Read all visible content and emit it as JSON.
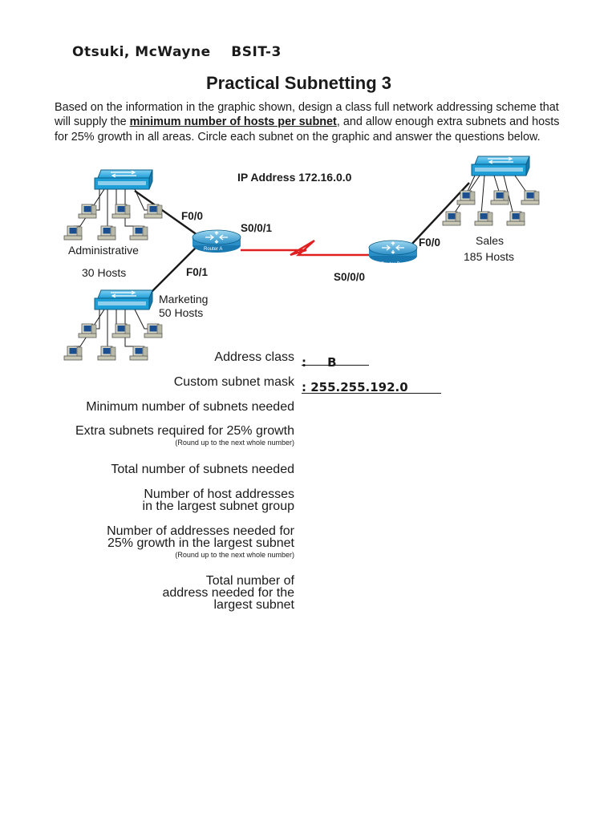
{
  "header": {
    "author": "Otsuki, McWayne    BSIT-3",
    "title": "Practical Subnetting  3"
  },
  "intro": {
    "before": "Based on the information in the graphic shown, design a class full network addressing scheme that will supply the ",
    "emphasis": "minimum number of hosts per subnet",
    "after": ", and allow enough extra subnets and hosts for 25% growth in all areas. Circle each subnet on the graphic and answer the questions below."
  },
  "diagram": {
    "ip_label": "IP Address 172.16.0.0",
    "admin_name": "Administrative",
    "admin_hosts": "30 Hosts",
    "marketing_name": "Marketing",
    "marketing_hosts": "50 Hosts",
    "sales_name": "Sales",
    "sales_hosts": "185 Hosts",
    "router_a_f00": "F0/0",
    "router_a_f01": "F0/1",
    "router_a_s001": "S0/0/1",
    "router_b_f00": "F0/0",
    "router_b_s000": "S0/0/0",
    "router_a_name": "Router A",
    "router_b_name": "Router B",
    "colors": {
      "switch": "#1f9fd8",
      "router": "#2a8fc7",
      "serial_link": "#e02020",
      "ethernet_link": "#1a1a1a"
    }
  },
  "questions": {
    "address_class": "Address  class",
    "custom_mask": "Custom subnet mask",
    "min_subnets": "Minimum number of subnets  needed",
    "extra_subnets": "Extra subnets required for 25%  growth",
    "round_note_1": "(Round up to the next whole  number)",
    "total_subnets": "Total number of subnets needed",
    "host_addr_line1": "Number of  host addresses",
    "host_addr_line2": "in the largest subnet group",
    "growth_line1": "Number of addresses needed  for",
    "growth_line2": "25% growth in the largest subnet",
    "round_note_2": "(Round up to the next whole  number)",
    "total_line1": "Total number of",
    "total_line2": "address needed for the",
    "total_line3": "largest  subnet"
  },
  "answers": {
    "address_class": ":     B",
    "custom_mask": ": 255.255.192.0"
  }
}
